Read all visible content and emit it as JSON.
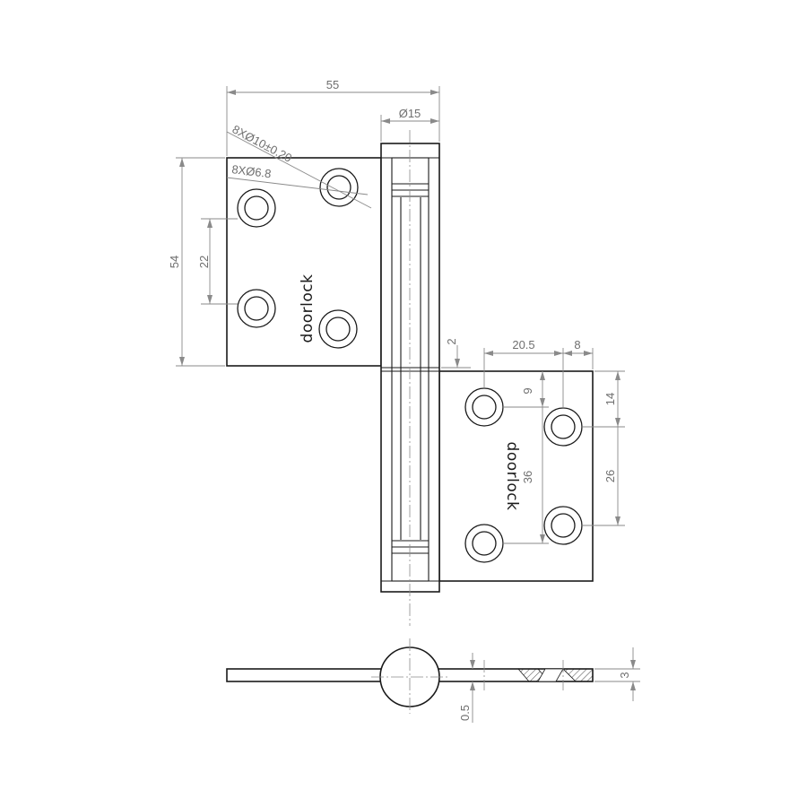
{
  "brand": {
    "logo_text": "doorlock"
  },
  "dimensions": {
    "overall_width": "55",
    "pin_diameter": "Ø15",
    "countersink_holes": "8XØ10±0.20",
    "through_holes": "8XØ6.8",
    "leaf_height": "54",
    "hole_spacing_left": "22",
    "knuckle_gap": "2",
    "hole_offset_x": "20.5",
    "edge_offset_x": "8",
    "hole_offset_y": "9",
    "edge_offset_top": "14",
    "hole_spacing_right": "36",
    "hole_spacing_outer": "26",
    "leaf_thickness": "3",
    "clearance": "0.5"
  },
  "colors": {
    "outline": "#1a1a1a",
    "dimension": "#8a8a8a",
    "background": "#ffffff"
  }
}
